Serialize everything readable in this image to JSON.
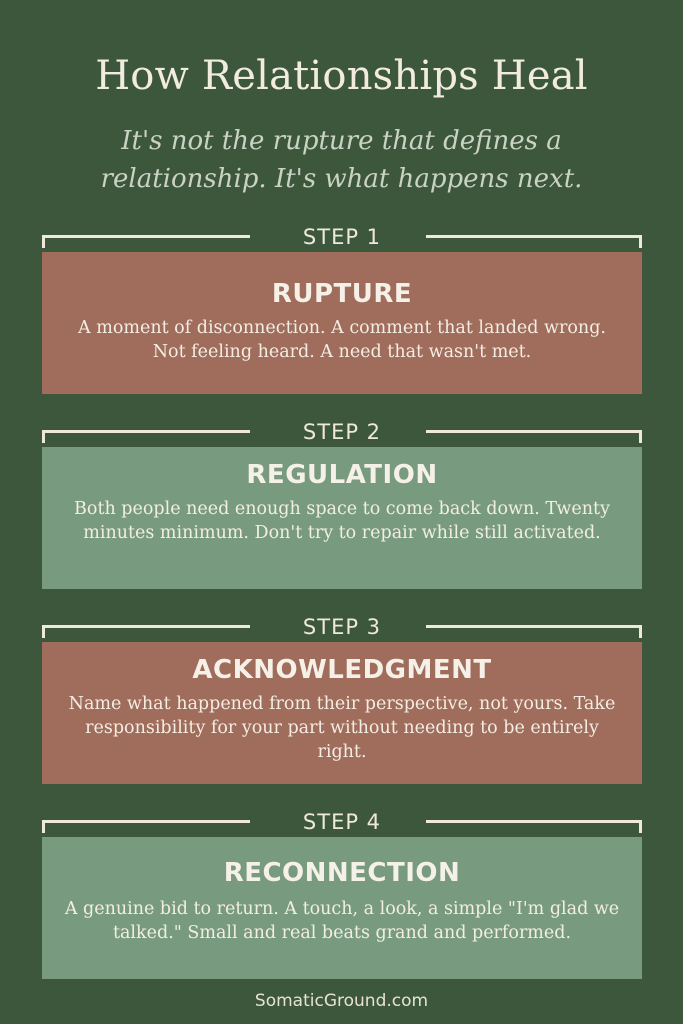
{
  "title": "How Relationships Heal",
  "subtitle": "It's not the rupture that defines a relationship. It's what happens next.",
  "steps": [
    {
      "label": "STEP 1",
      "heading": "RUPTURE",
      "body": "A moment of disconnection. A comment that landed wrong. Not feeling heard. A need that wasn't met."
    },
    {
      "label": "STEP 2",
      "heading": "REGULATION",
      "body": "Both people need enough space to come back down. Twenty minutes minimum. Don't try to repair while still activated."
    },
    {
      "label": "STEP 3",
      "heading": "ACKNOWLEDGMENT",
      "body": "Name what happened from their perspective, not yours. Take responsibility for your part without needing to be entirely right."
    },
    {
      "label": "STEP 4",
      "heading": "RECONNECTION",
      "body": "A genuine bid to return. A touch, a look, a simple \"I'm glad we talked.\" Small and real beats grand and performed."
    }
  ],
  "footer": "SomaticGround.com",
  "colors": {
    "background": "#3d573d",
    "rust_card": "#a06d5c",
    "sage_card": "#789b80",
    "text": "#efe8dc"
  }
}
